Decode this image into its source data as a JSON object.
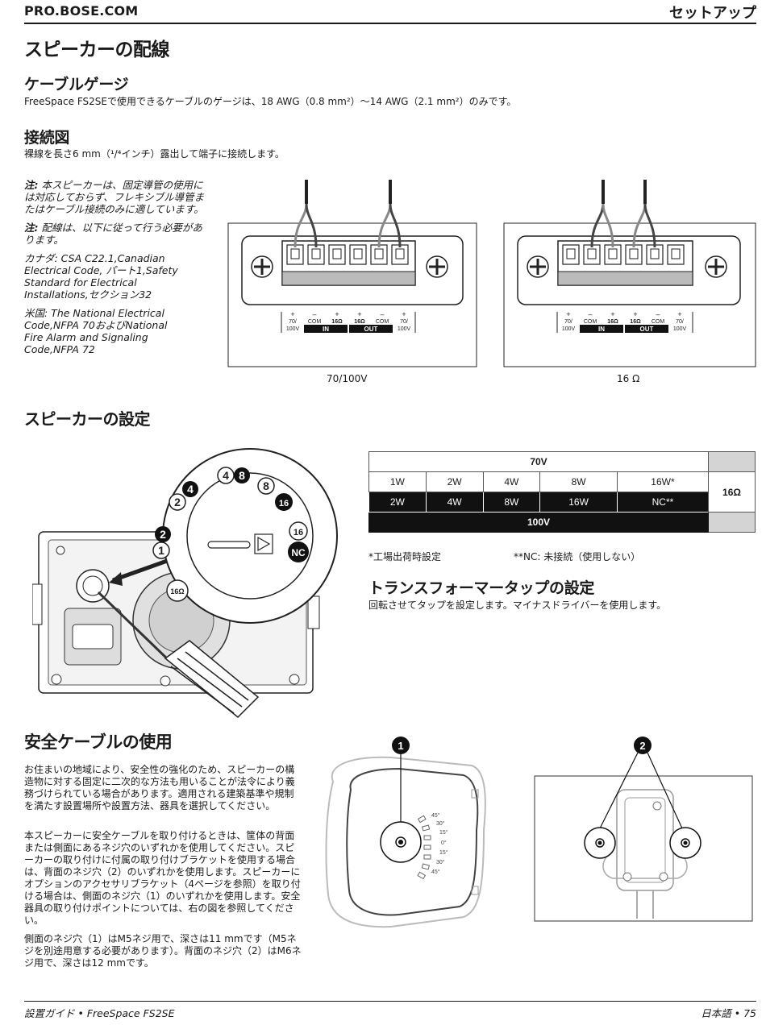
{
  "header": {
    "site": "PRO.BOSE.COM",
    "section": "セットアップ"
  },
  "wiring": {
    "title": "スピーカーの配線",
    "gauge_title": "ケーブルゲージ",
    "gauge_text": "FreeSpace FS2SEで使用できるケーブルのゲージは、18 AWG（0.8 mm²）～14 AWG（2.1 mm²）のみです。",
    "diagram_title": "接続図",
    "diagram_text": "裸線を長さ6 mm（¹/⁴インチ）露出して端子に接続します。",
    "notes": [
      {
        "lead": "注:",
        "text": " 本スピーカーは、固定導管の使用には対応しておらず、フレキシブル導管またはケーブル接続のみに適しています。"
      },
      {
        "lead": "注:",
        "text": " 配線は、以下に従って行う必要があります。"
      },
      {
        "lead": "",
        "text": "カナダ: CSA C22.1,Canadian Electrical Code, パート1,Safety Standard for Electrical Installations,セクション32"
      },
      {
        "lead": "",
        "text": "米国: The National Electrical Code,NFPA 70およびNational Fire Alarm and Signaling Code,NFPA 72"
      }
    ],
    "terminal_labels": {
      "plus": "+",
      "minus": "–",
      "v70": "70/",
      "v100": "100V",
      "com": "COM",
      "ohm16": "16Ω",
      "in": "IN",
      "out": "OUT"
    },
    "captions": {
      "left": "70/100V",
      "right": "16 Ω"
    }
  },
  "settings": {
    "title": "スピーカーの設定",
    "dial_labels": [
      "4",
      "8",
      "2",
      "4",
      "8",
      "16",
      "1",
      "2",
      "16",
      "NC",
      "16Ω"
    ],
    "table": {
      "row70_header": "70V",
      "row70_values": [
        "1W",
        "2W",
        "4W",
        "8W",
        "16W*"
      ],
      "row100_values": [
        "2W",
        "4W",
        "8W",
        "16W",
        "NC**"
      ],
      "row100_header": "100V",
      "ohm_label": "16Ω"
    },
    "footnote1": "*工場出荷時設定",
    "footnote2": "**NC: 未接続（使用しない）",
    "tap_title": "トランスフォーマータップの設定",
    "tap_text": "回転させてタップを設定します。マイナスドライバーを使用します。"
  },
  "safety": {
    "title": "安全ケーブルの使用",
    "paragraphs": [
      "お住まいの地域により、安全性の強化のため、スピーカーの構造物に対する固定に二次的な方法も用いることが法令により義務づけられている場合があります。適用される建築基準や規制を満たす設置場所や設置方法、器具を選択してください。",
      "本スピーカーに安全ケーブルを取り付けるときは、筐体の背面または側面にあるネジ穴のいずれかを使用してください。スピーカーの取り付けに付属の取り付けブラケットを使用する場合は、背面のネジ穴（2）のいずれかを使用します。スピーカーにオプションのアクセサリブラケット（4ページを参照）を取り付ける場合は、側面のネジ穴（1）のいずれかを使用します。安全器具の取り付けポイントについては、右の図を参照してください。",
      "側面のネジ穴（1）はM5ネジ用で、深さは11 mmです（M5ネジを別途用意する必要があります）。背面のネジ穴（2）はM6ネジ用で、深さは12 mmです。"
    ],
    "callout1": "1",
    "callout2": "2",
    "angles": [
      "45°",
      "30°",
      "15°",
      "0°",
      "15°",
      "30°",
      "45°"
    ]
  },
  "footer": {
    "left": "設置ガイド • FreeSpace FS2SE",
    "right": "日本語 • 75"
  }
}
